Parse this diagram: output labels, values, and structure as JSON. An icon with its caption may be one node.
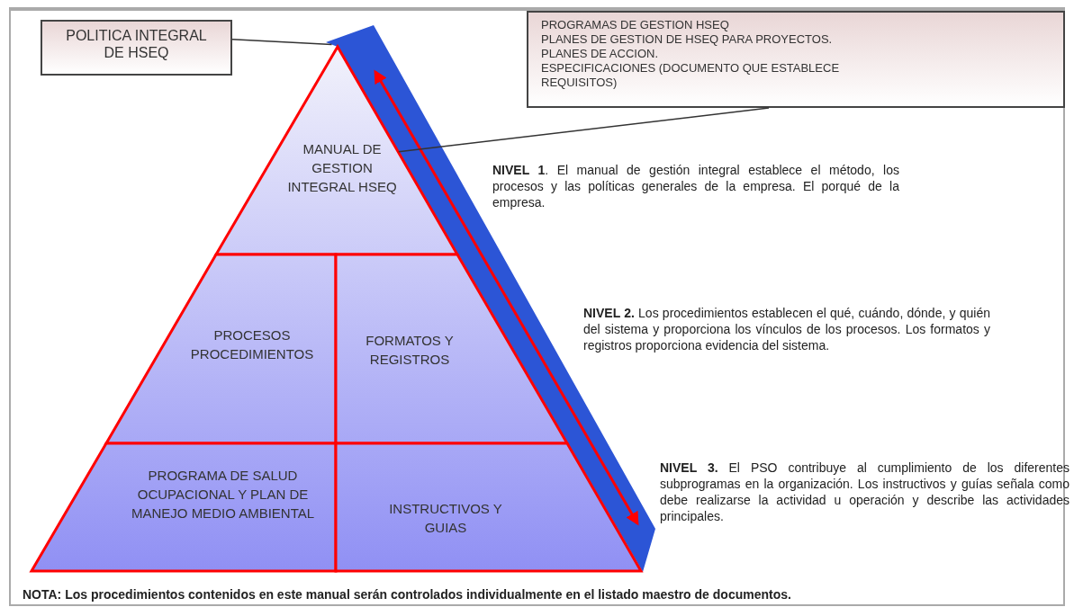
{
  "diagram": {
    "nodes": [
      {
        "text": [
          "POLITICA INTEGRAL DE HSEQ"
        ]
      },
      {
        "text": [],
        "shape": "bar"
      },
      {
        "text": [
          "PROGRAMAS DE  GESTION HSEQ",
          "PLANES DE GESTION  DE HSEQ PARA PROYECTOS.",
          "PLANES DE ACCION.",
          "ESPECIFICACIONES (DOCUMENTO QUE ESTABLECE REQUISITOS)"
        ]
      },
      {
        "text": [
          "MANUAL DE GESTION INTEGRAL HSEQ"
        ]
      },
      {
        "text": [
          "PROCESOS PROCEDIMIENTOS"
        ]
      },
      {
        "text": [
          "FORMATOS Y REGISTROS"
        ]
      },
      {
        "text": [
          "PROGRAMA DE SALUD OCUPACIONAL Y PLAN DE MANEJO MEDIO AMBIENTAL"
        ]
      },
      {
        "text": [
          "INSTRUCTIVOS Y GUIAS"
        ]
      }
    ],
    "edges": [
      {
        "from": 0,
        "to": 1,
        "arrow": "none"
      },
      {
        "from": 2,
        "to": 1,
        "arrow": "none"
      }
    ],
    "labels": [
      "**NIVEL 1**. El manual de gestión integral establece el método, los procesos y las políticas generales de la empresa. El porqué de la empresa.",
      "**NIVEL 2.** Los procedimientos establecen el qué, cuándo, dónde, y quién del sistema y proporciona los vínculos de los procesos. Los formatos y registros proporciona evidencia del sistema.",
      "**NIVEL 3.** El PSO contribuye al cumplimiento de los diferentes subprogramas en la organización. Los instructivos y guías señala como debe realizarse la actividad u operación y describe las actividades principales.",
      "NOTA: Los procedimientos contenidos en este manual serán controlados individualmente en el listado maestro de documentos."
    ]
  }
}
